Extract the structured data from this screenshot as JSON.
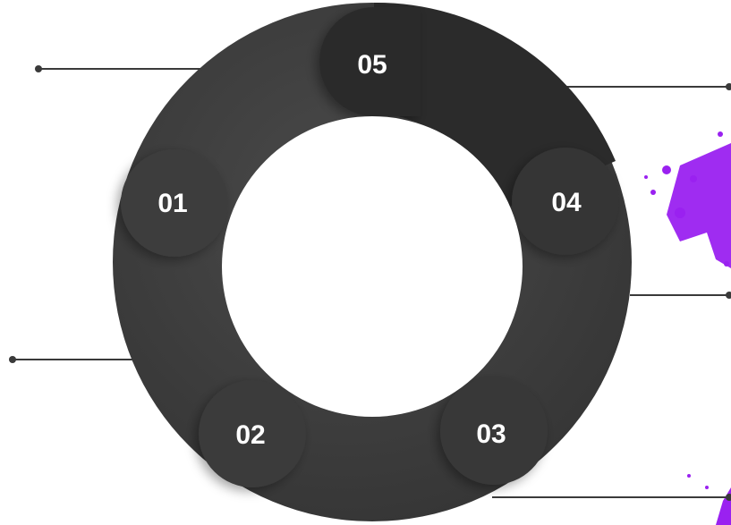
{
  "cycle": {
    "segments": [
      {
        "label": "01",
        "color": "#3d3d3d"
      },
      {
        "label": "02",
        "color": "#3a3a3a"
      },
      {
        "label": "03",
        "color": "#393939"
      },
      {
        "label": "04",
        "color": "#343434"
      },
      {
        "label": "05",
        "color": "#2b2b2b"
      }
    ],
    "ring_color": "#3f3f3f",
    "hole_color": "#ffffff",
    "connector_color": "#3a3a3a",
    "accent_color": "#9a21f0"
  }
}
